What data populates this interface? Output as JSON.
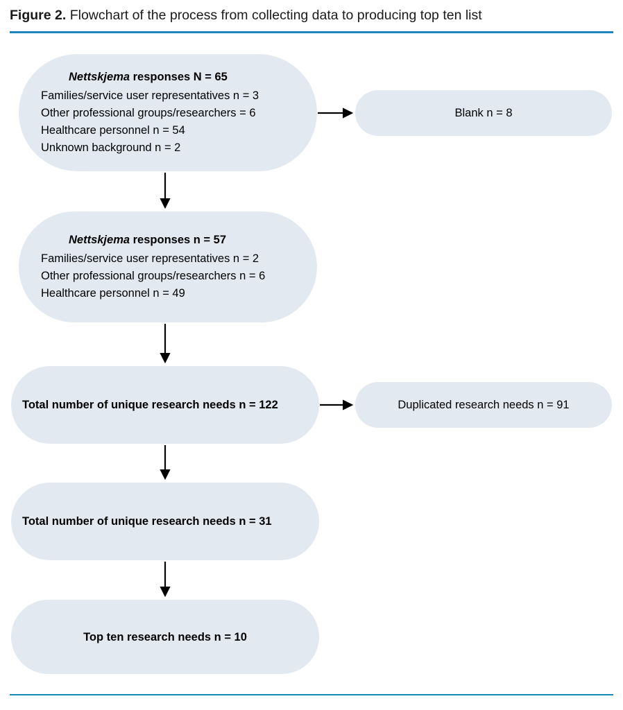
{
  "figure": {
    "label": "Figure 2.",
    "caption": "Flowchart of the process from collecting data to producing top ten list"
  },
  "colors": {
    "rule": "#1b86bd",
    "node_fill": "#e3e9f1",
    "text": "#000000",
    "arrow": "#000000"
  },
  "flowchart": {
    "nodes": {
      "responses_65": {
        "title_brand": "Nettskjema",
        "title_rest": " responses N = 65",
        "details": [
          "Families/service user representatives n = 3",
          "Other professional groups/researchers  = 6",
          "Healthcare personnel n = 54",
          "Unknown background n = 2"
        ]
      },
      "blank": {
        "label": "Blank n = 8"
      },
      "responses_57": {
        "title_brand": "Nettskjema",
        "title_rest": " responses n = 57",
        "details": [
          "Families/service user representatives n = 2",
          "Other professional groups/researchers n = 6",
          "Healthcare personnel n = 49"
        ]
      },
      "unique_122": {
        "label": "Total number of unique research needs n = 122"
      },
      "duplicated_91": {
        "label": "Duplicated research needs n = 91"
      },
      "unique_31": {
        "label": "Total number of unique research needs n = 31"
      },
      "top_ten": {
        "label": "Top ten research needs n = 10"
      }
    },
    "edges": [
      {
        "name": "responses65-to-blank",
        "direction": "right"
      },
      {
        "name": "responses65-to-responses57",
        "direction": "down"
      },
      {
        "name": "responses57-to-unique122",
        "direction": "down"
      },
      {
        "name": "unique122-to-duplicated91",
        "direction": "right"
      },
      {
        "name": "unique122-to-unique31",
        "direction": "down"
      },
      {
        "name": "unique31-to-topten",
        "direction": "down"
      }
    ]
  }
}
